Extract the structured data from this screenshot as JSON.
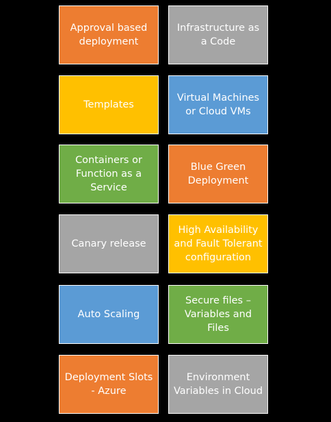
{
  "colors": {
    "background": "#000000",
    "orange": "#ED7D31",
    "gray": "#A5A5A5",
    "yellow": "#FFC000",
    "blue": "#5B9BD5",
    "green": "#70AD47"
  },
  "tiles": [
    {
      "label": "Approval based deployment",
      "color": "#ED7D31"
    },
    {
      "label": "Infrastructure as a Code",
      "color": "#A5A5A5"
    },
    {
      "label": "Templates",
      "color": "#FFC000"
    },
    {
      "label": "Virtual Machines or Cloud VMs",
      "color": "#5B9BD5"
    },
    {
      "label": "Containers or Function as a Service",
      "color": "#70AD47"
    },
    {
      "label": "Blue Green Deployment",
      "color": "#ED7D31"
    },
    {
      "label": "Canary release",
      "color": "#A5A5A5"
    },
    {
      "label": "High Availability and Fault Tolerant configuration",
      "color": "#FFC000"
    },
    {
      "label": "Auto Scaling",
      "color": "#5B9BD5"
    },
    {
      "label": "Secure files – Variables and Files",
      "color": "#70AD47"
    },
    {
      "label": "Deployment Slots - Azure",
      "color": "#ED7D31"
    },
    {
      "label": "Environment Variables in Cloud",
      "color": "#A5A5A5"
    }
  ]
}
